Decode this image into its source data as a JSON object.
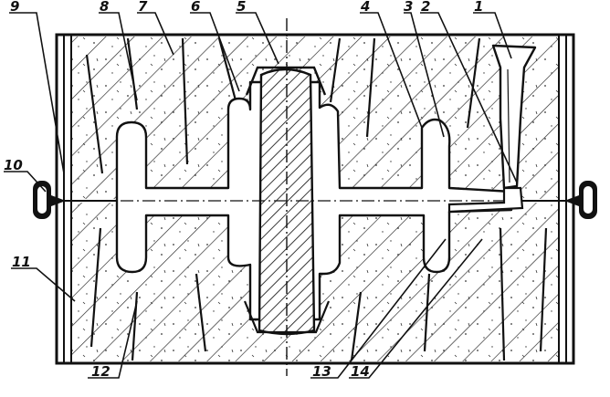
{
  "callouts": [
    {
      "id": "c1",
      "text": "1"
    },
    {
      "id": "c2",
      "text": "2"
    },
    {
      "id": "c3",
      "text": "3"
    },
    {
      "id": "c4",
      "text": "4"
    },
    {
      "id": "c5",
      "text": "5"
    },
    {
      "id": "c6",
      "text": "6"
    },
    {
      "id": "c7",
      "text": "7"
    },
    {
      "id": "c8",
      "text": "8"
    },
    {
      "id": "c9",
      "text": "9"
    },
    {
      "id": "c10",
      "text": "10"
    },
    {
      "id": "c11",
      "text": "11"
    },
    {
      "id": "c12",
      "text": "12"
    },
    {
      "id": "c13",
      "text": "13"
    },
    {
      "id": "c14",
      "text": "14"
    }
  ],
  "colors": {
    "ink": "#111111",
    "paper": "#ffffff"
  }
}
